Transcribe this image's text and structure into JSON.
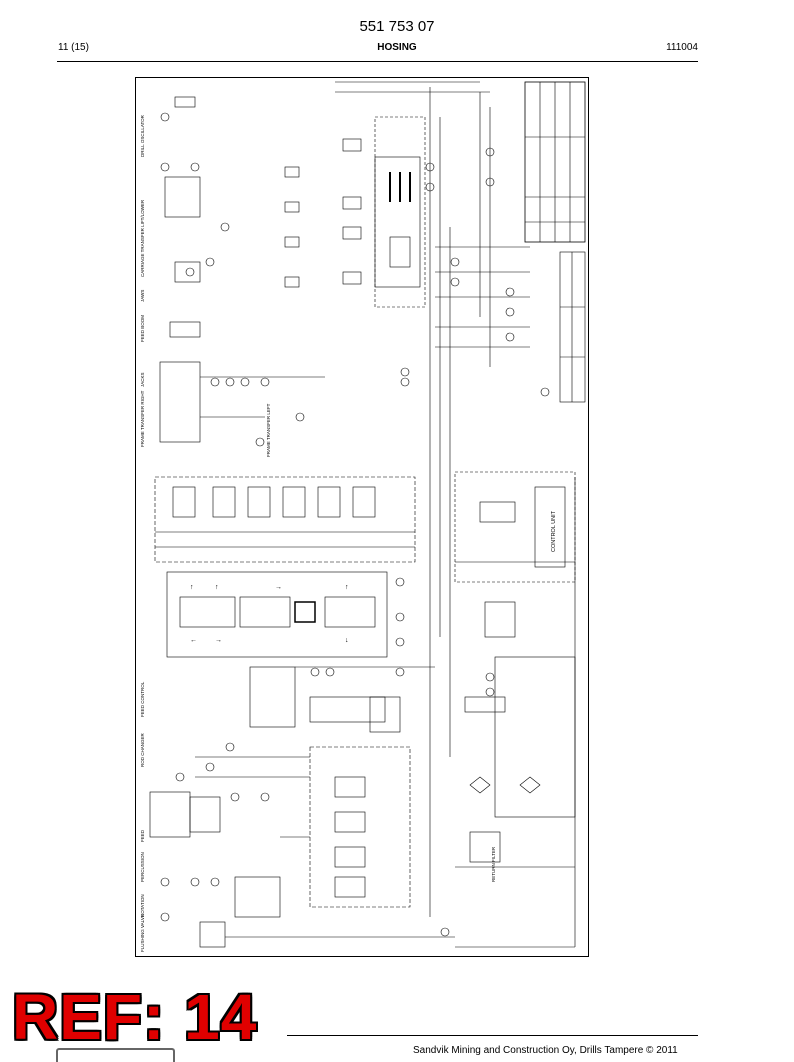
{
  "page": {
    "doc_number": "551 753 07",
    "page_indicator": "11 (15)",
    "section_title": "HOSING",
    "doc_date": "111004",
    "ref_stamp": "REF: 14",
    "footer_copyright": "Sandvik Mining and Construction Oy, Drills Tampere © 2011"
  },
  "schematic": {
    "labels": {
      "drill_oscillator": "DRILL OSCILLATOR",
      "carriage_transfer": "CARRIAGE TRANSFER LIFT/LOWER",
      "jaws": "JAWS",
      "feed_boom": "FEED BOOM",
      "jacks": "JACKS",
      "frame_transfer_right": "FRAME TRANSFER RIGHT",
      "frame_transfer_left": "FRAME TRANSFER LEFT",
      "control_unit": "CONTROL UNIT",
      "feed": "FEED",
      "percussion": "PERCUSSION",
      "rotation": "ROTATION",
      "flushing_valve": "FLUSHING VALVE",
      "return_filter": "RETURN FILTER",
      "feed_control_a": "FEED CONTROL",
      "feed_control_b": "ROD CHANGER"
    }
  }
}
